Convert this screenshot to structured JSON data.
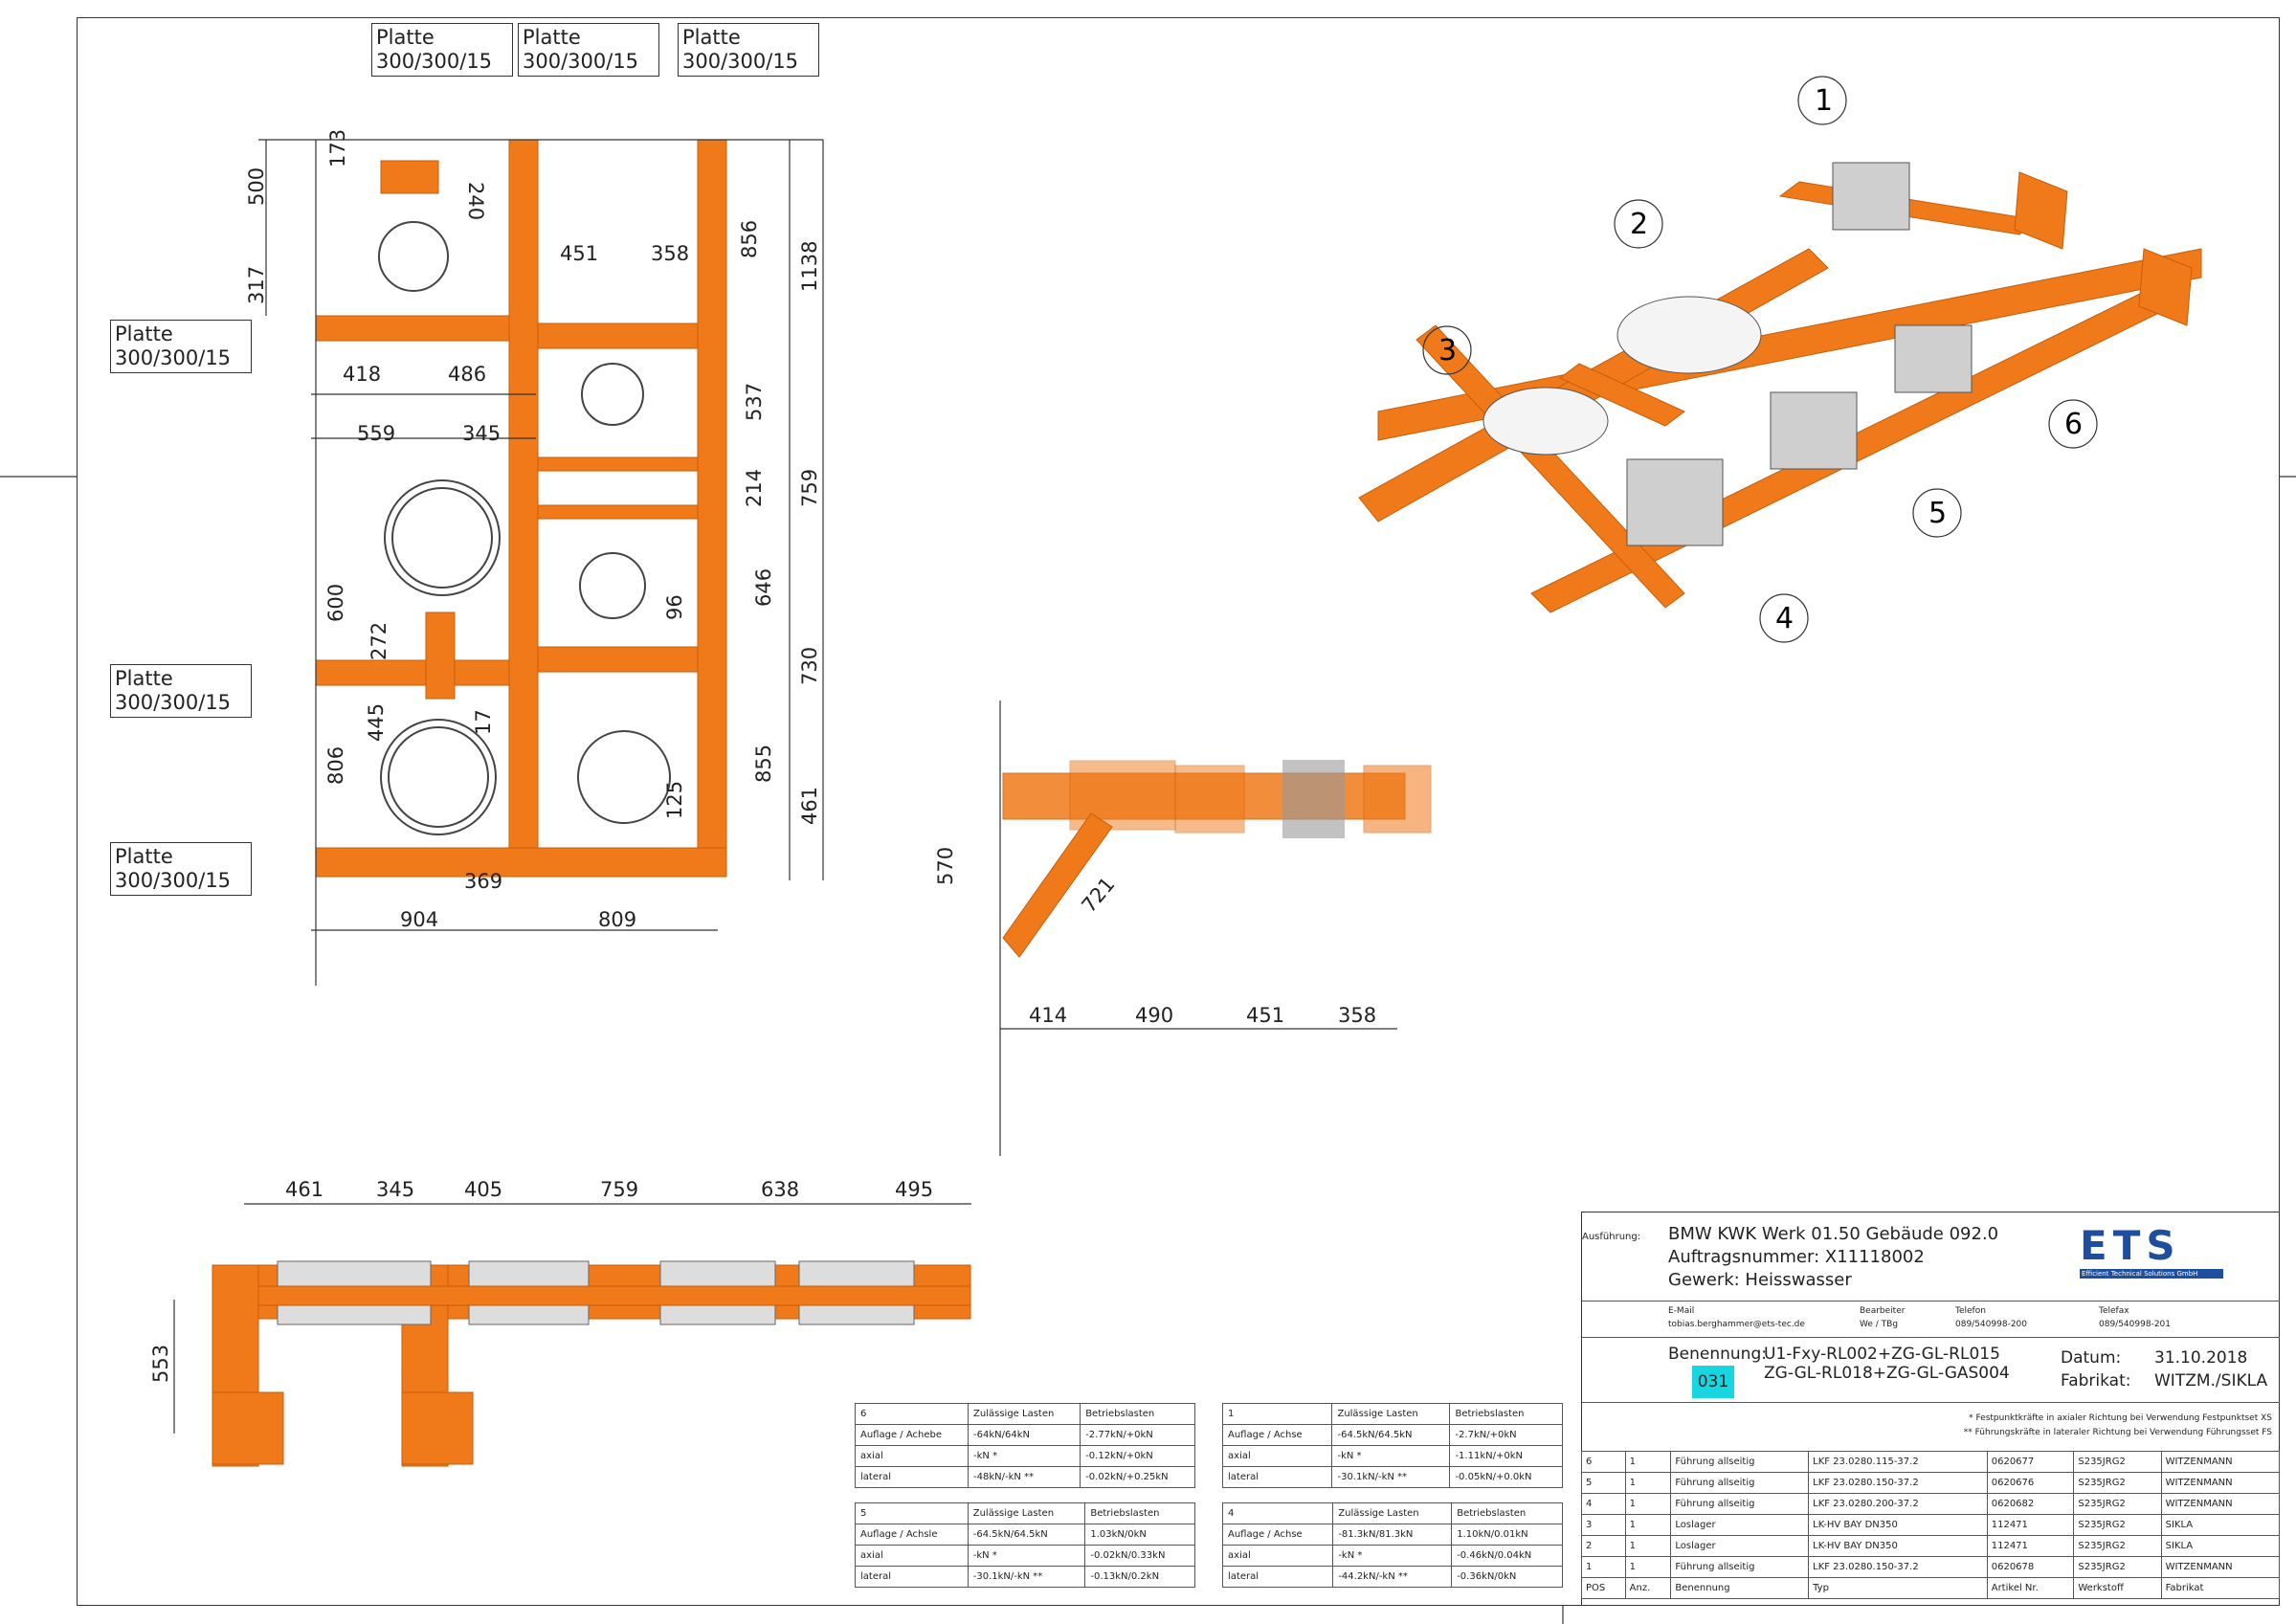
{
  "drawing": {
    "plate_label_line1": "Platte",
    "plate_label_line2": "300/300/15",
    "front_view_dims": [
      "173",
      "240",
      "500",
      "317",
      "451",
      "358",
      "856",
      "1138",
      "418",
      "486",
      "537",
      "559",
      "345",
      "214",
      "759",
      "600",
      "272",
      "96",
      "646",
      "445",
      "17",
      "730",
      "806",
      "855",
      "125",
      "461",
      "369",
      "904",
      "809"
    ],
    "side_view_dims": [
      "570",
      "721",
      "414",
      "490",
      "451",
      "358"
    ],
    "plan_view_dims": [
      "461",
      "345",
      "405",
      "759",
      "638",
      "495",
      "553"
    ],
    "iso_callouts": [
      "1",
      "2",
      "3",
      "4",
      "5",
      "6"
    ]
  },
  "load_tables": [
    {
      "id": "6",
      "headers": [
        "6",
        "Zulässige Lasten",
        "Betriebslasten"
      ],
      "rows": [
        [
          "Auflage / Achebe",
          "-64kN/64kN",
          "-2.77kN/+0kN"
        ],
        [
          "axial",
          "-kN * ",
          "-0.12kN/+0kN"
        ],
        [
          "lateral",
          "-48kN/-kN **",
          "-0.02kN/+0.25kN"
        ]
      ]
    },
    {
      "id": "1",
      "headers": [
        "1",
        "Zulässige Lasten",
        "Betriebslasten"
      ],
      "rows": [
        [
          "Auflage / Achse",
          "-64.5kN/64.5kN",
          "-2.7kN/+0kN"
        ],
        [
          "axial",
          "-kN *",
          "-1.11kN/+0kN"
        ],
        [
          "lateral",
          "-30.1kN/-kN **",
          "-0.05kN/+0.0kN"
        ]
      ]
    },
    {
      "id": "5",
      "headers": [
        "5",
        "Zulässige Lasten",
        "Betriebslasten"
      ],
      "rows": [
        [
          "Auflage / Achsle",
          "-64.5kN/64.5kN",
          "1.03kN/0kN"
        ],
        [
          "axial",
          "-kN *",
          "-0.02kN/0.33kN"
        ],
        [
          "lateral",
          "-30.1kN/-kN **",
          "-0.13kN/0.2kN"
        ]
      ]
    },
    {
      "id": "4",
      "headers": [
        "4",
        "Zulässige Lasten",
        "Betriebslasten"
      ],
      "rows": [
        [
          "Auflage / Achse",
          "-81.3kN/81.3kN",
          "1.10kN/0.01kN"
        ],
        [
          "axial",
          "-kN *",
          "-0.46kN/0.04kN"
        ],
        [
          "lateral",
          "-44.2kN/-kN **",
          "-0.36kN/0kN"
        ]
      ]
    }
  ],
  "title_block": {
    "ausfuehrung_label": "Ausführung:",
    "project": "BMW KWK Werk 01.50 Gebäude 092.0",
    "auftrag": "Auftragsnummer: X11118002",
    "gewerk": "Gewerk: Heisswasser",
    "logo_text": "ETS",
    "logo_subtitle": "Efficient Technical Solutions GmbH",
    "email_label": "E-Mail",
    "email": "tobias.berghammer@ets-tec.de",
    "bearbeiter_label": "Bearbeiter",
    "bearbeiter": "We / TBg",
    "telefon_label": "Telefon",
    "telefon": "089/540998-200",
    "telefax_label": "Telefax",
    "telefax": "089/540998-201",
    "benennung_label": "Benennung:",
    "benennung1": "U1-Fxy-RL002+ZG-GL-RL015",
    "benennung2": "ZG-GL-RL018+ZG-GL-GAS004",
    "number_badge": "031",
    "datum_label": "Datum:",
    "datum": "31.10.2018",
    "fabrikat_label": "Fabrikat:",
    "fabrikat": "WITZM./SIKLA",
    "note1": "* Festpunktkräfte in axialer Richtung bei Verwendung Festpunktset XS",
    "note2": "** Führungskräfte in lateraler Richtung bei Verwendung Führungsset FS"
  },
  "parts_table": {
    "rows": [
      [
        "6",
        "1",
        "Führung allseitig",
        "LKF 23.0280.115-37.2",
        "0620677",
        "S235JRG2",
        "WITZENMANN"
      ],
      [
        "5",
        "1",
        "Führung allseitig",
        "LKF 23.0280.150-37.2",
        "0620676",
        "S235JRG2",
        "WITZENMANN"
      ],
      [
        "4",
        "1",
        "Führung allseitig",
        "LKF 23.0280.200-37.2",
        "0620682",
        "S235JRG2",
        "WITZENMANN"
      ],
      [
        "3",
        "1",
        "Loslager",
        "LK-HV BAY DN350",
        "112471",
        "S235JRG2",
        "SIKLA"
      ],
      [
        "2",
        "1",
        "Loslager",
        "LK-HV BAY DN350",
        "112471",
        "S235JRG2",
        "SIKLA"
      ],
      [
        "1",
        "1",
        "Führung allseitig",
        "LKF 23.0280.150-37.2",
        "0620678",
        "S235JRG2",
        "WITZENMANN"
      ]
    ],
    "header": [
      "POS",
      "Anz.",
      "Benennung",
      "Typ",
      "Artikel Nr.",
      "Werkstoff",
      "Fabrikat"
    ]
  }
}
